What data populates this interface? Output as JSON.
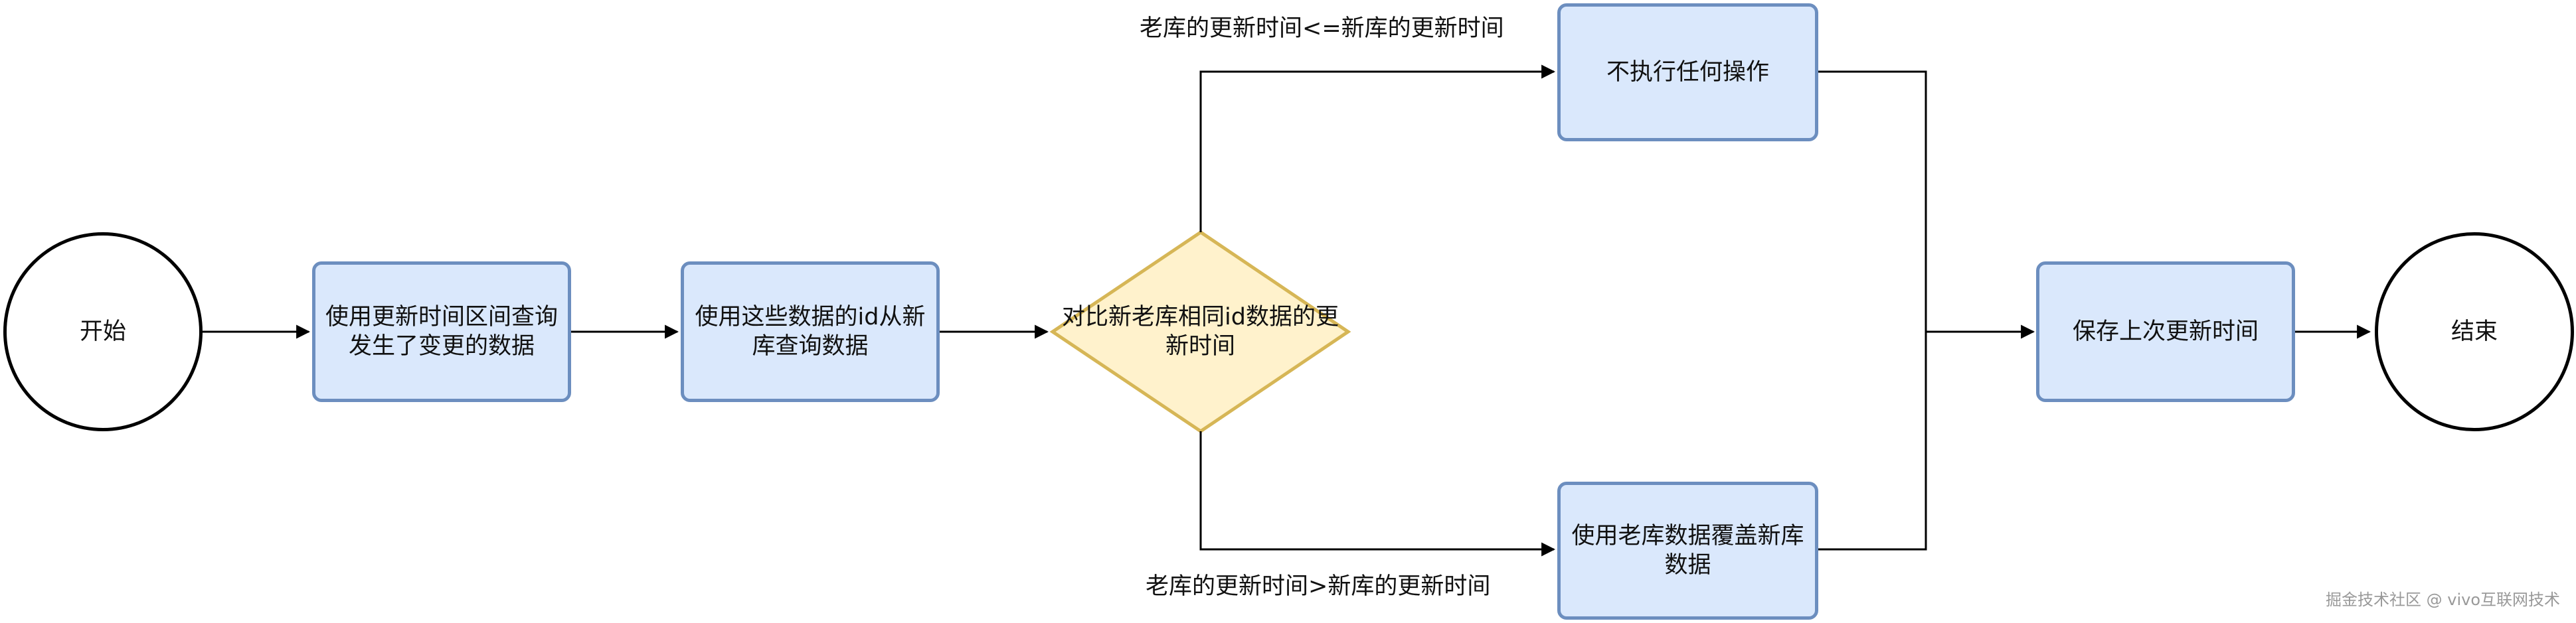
{
  "nodes": {
    "start": "开始",
    "query_changed": "使用更新时间区间查询发生了变更的数据",
    "query_new_by_id": "使用这些数据的id从新库查询数据",
    "compare": "对比新老库相同id数据的更新时间",
    "no_op": "不执行任何操作",
    "overwrite": "使用老库数据覆盖新库数据",
    "save_time": "保存上次更新时间",
    "end": "结束"
  },
  "edges": {
    "le_label": "老库的更新时间<=新库的更新时间",
    "gt_label": "老库的更新时间>新库的更新时间"
  },
  "watermark": "掘金技术社区 @ vivo互联网技术",
  "colors": {
    "process_fill": "#dae8fc",
    "process_stroke": "#6c8ebf",
    "decision_fill": "#fff2cc",
    "decision_stroke": "#d6b656"
  }
}
